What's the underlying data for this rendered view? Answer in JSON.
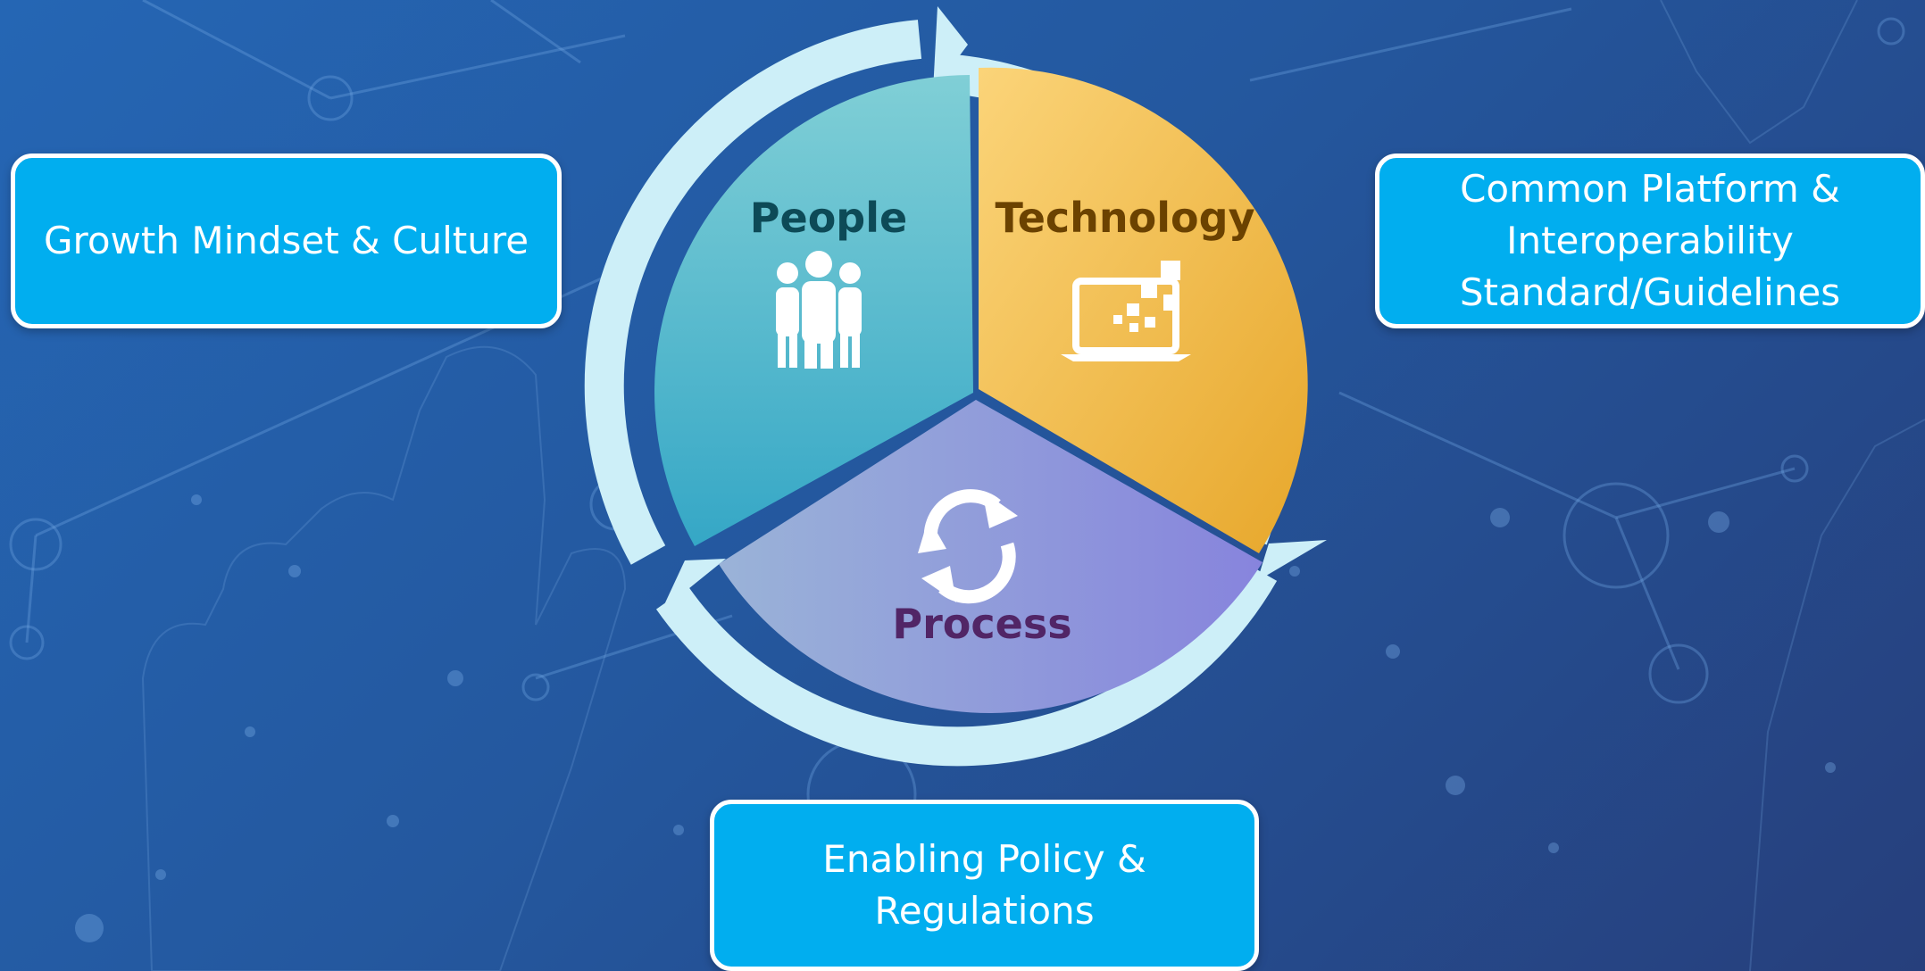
{
  "colors": {
    "box_fill": "#01aeef",
    "people": "#3fb3c6",
    "technology": "#eeb03a",
    "process": "#8d8fdc",
    "ring": "#cdeff8",
    "people_text": "#0d4a57",
    "technology_text": "#6b4200",
    "process_text": "#512566"
  },
  "cycle": {
    "segments": [
      {
        "label": "People",
        "icon": "people-icon"
      },
      {
        "label": "Technology",
        "icon": "laptop-icon"
      },
      {
        "label": "Process",
        "icon": "refresh-cycle-icon"
      }
    ]
  },
  "boxes": {
    "left": {
      "lines": [
        "Growth Mindset & Culture"
      ]
    },
    "right": {
      "lines": [
        "Common Platform &",
        "Interoperability",
        "Standard/Guidelines"
      ]
    },
    "bottom": {
      "lines": [
        "Enabling Policy &",
        "Regulations"
      ]
    }
  }
}
